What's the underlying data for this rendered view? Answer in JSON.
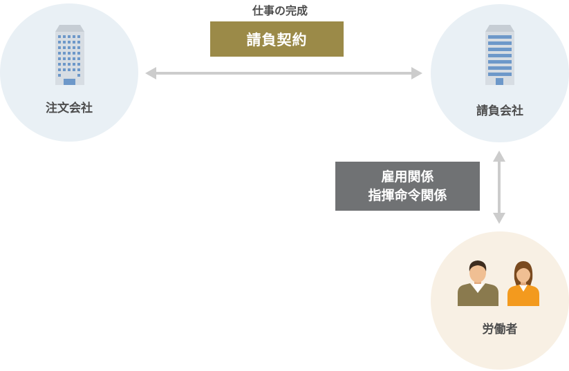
{
  "nodes": {
    "client": {
      "label": "注文会社"
    },
    "contractor": {
      "label": "請負会社"
    },
    "workers": {
      "label": "労働者"
    }
  },
  "relations": {
    "contract": {
      "caption": "仕事の完成",
      "label": "請負契約"
    },
    "employment": {
      "line1": "雇用関係",
      "line2": "指揮命令関係"
    }
  },
  "colors": {
    "circle_blue": "#e9f0f5",
    "circle_beige": "#f8f0e4",
    "contract_box": "#9b8a48",
    "employment_box": "#707274",
    "arrow": "#cccccc",
    "text": "#4d4d4d"
  },
  "icons": {
    "client": "office-building-icon",
    "contractor": "office-building-icon",
    "worker_male": "businessman-icon",
    "worker_female": "businesswoman-icon"
  }
}
